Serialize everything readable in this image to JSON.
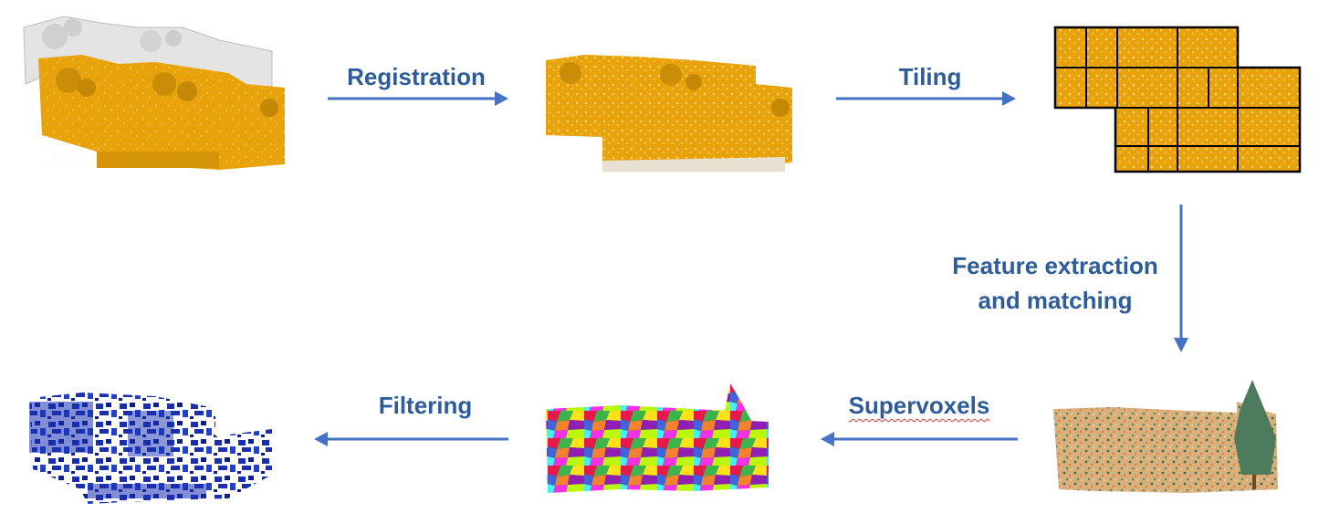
{
  "colors": {
    "label_text": "#2E5C9A",
    "arrow": "#4472C4",
    "scan_gray": "#bfbfbf",
    "scan_orange": "#E8A20A",
    "tile_grid": "#000000",
    "filtered_blue": "#1a2fb0",
    "spellcheck_underline": "#d23b3b"
  },
  "steps": [
    {
      "id": "registration",
      "label": "Registration"
    },
    {
      "id": "tiling",
      "label": "Tiling"
    },
    {
      "id": "feature",
      "label_line1": "Feature extraction",
      "label_line2": "and matching"
    },
    {
      "id": "supervoxels",
      "label": "Supervoxels"
    },
    {
      "id": "filtering",
      "label": "Filtering"
    }
  ],
  "panels": [
    {
      "id": "raw-scans",
      "description_icon": "overlapping-point-cloud-icon"
    },
    {
      "id": "registered-cloud",
      "description_icon": "registered-point-cloud-icon"
    },
    {
      "id": "tiled-cloud",
      "description_icon": "tile-grid-icon"
    },
    {
      "id": "feature-cloud",
      "description_icon": "feature-colored-cloud-icon"
    },
    {
      "id": "supervoxel-cloud",
      "description_icon": "supervoxel-segmentation-icon"
    },
    {
      "id": "filtered-cloud",
      "description_icon": "filtered-point-cloud-icon"
    }
  ]
}
